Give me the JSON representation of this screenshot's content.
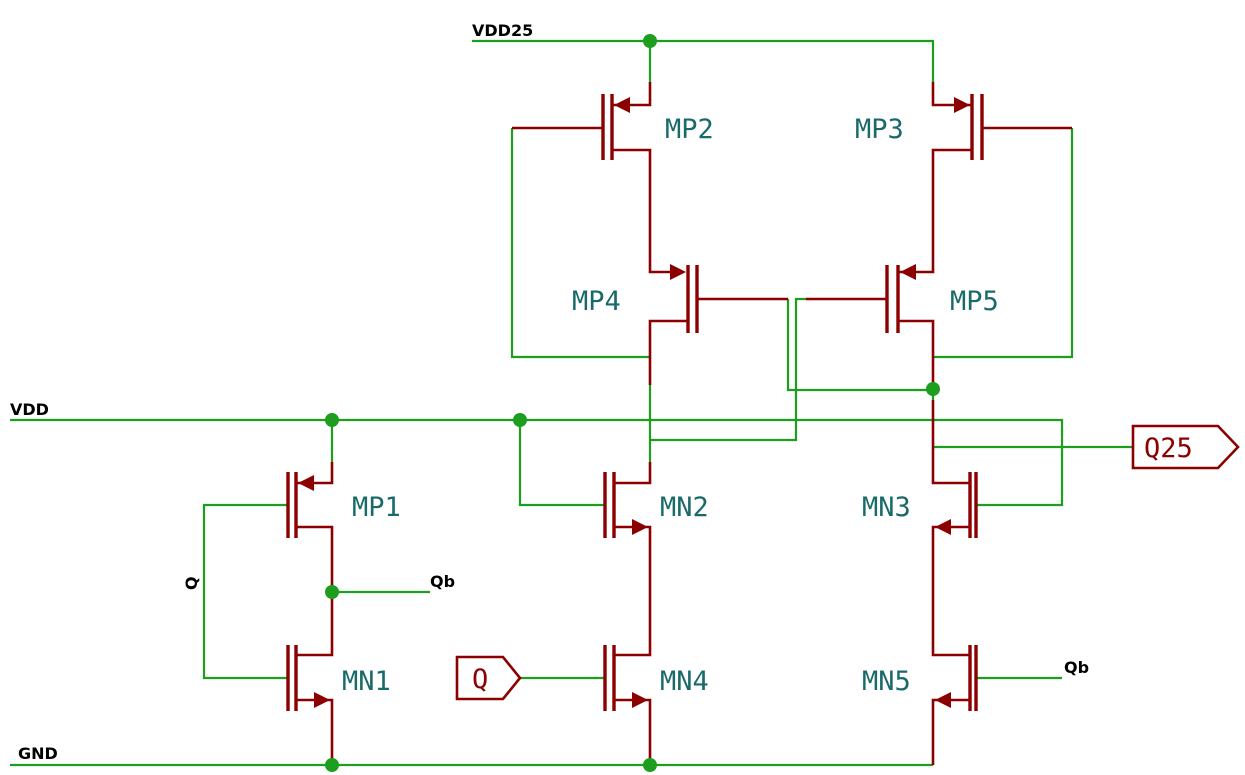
{
  "nets": {
    "vdd25": "VDD25",
    "vdd": "VDD",
    "gnd": "GND",
    "q_vertical": "Q",
    "qb_mid": "Qb",
    "qb_right": "Qb"
  },
  "transistors": {
    "mp1": "MP1",
    "mp2": "MP2",
    "mp3": "MP3",
    "mp4": "MP4",
    "mp5": "MP5",
    "mn1": "MN1",
    "mn2": "MN2",
    "mn3": "MN3",
    "mn4": "MN4",
    "mn5": "MN5"
  },
  "ports": {
    "q_input": "Q",
    "q25_output": "Q25"
  },
  "colors": {
    "wire": "#1e9e1e",
    "device": "#8b0000",
    "reference": "#1a6a6a"
  }
}
